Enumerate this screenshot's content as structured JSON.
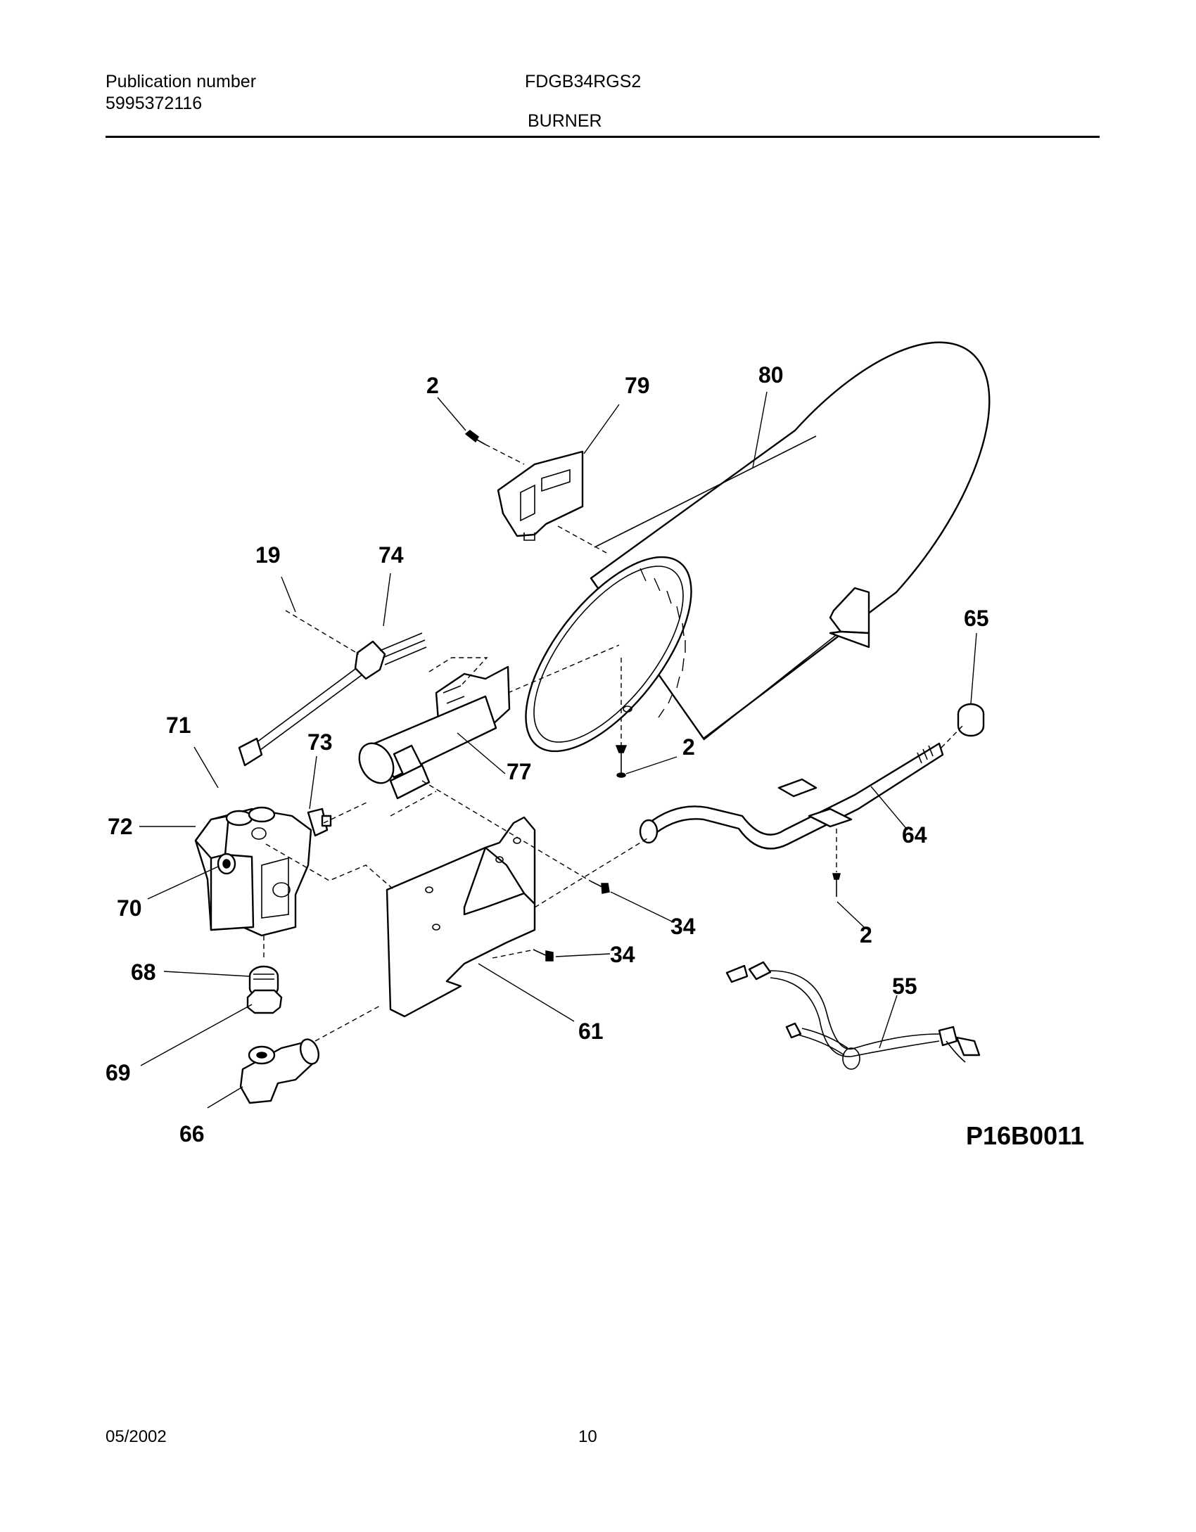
{
  "header": {
    "publication_label": "Publication number",
    "publication_number": "5995372116",
    "model": "FDGB34RGS2",
    "section": "BURNER"
  },
  "diagram": {
    "figure_code": "P16B0011",
    "callouts": {
      "c2a": "2",
      "c79": "79",
      "c80": "80",
      "c19": "19",
      "c74": "74",
      "c65": "65",
      "c71": "71",
      "c73": "73",
      "c77": "77",
      "c2b": "2",
      "c72": "72",
      "c64": "64",
      "c70": "70",
      "c34a": "34",
      "c34b": "34",
      "c2c": "2",
      "c68": "68",
      "c55": "55",
      "c61": "61",
      "c69": "69",
      "c66": "66"
    }
  },
  "footer": {
    "date": "05/2002",
    "page": "10"
  }
}
